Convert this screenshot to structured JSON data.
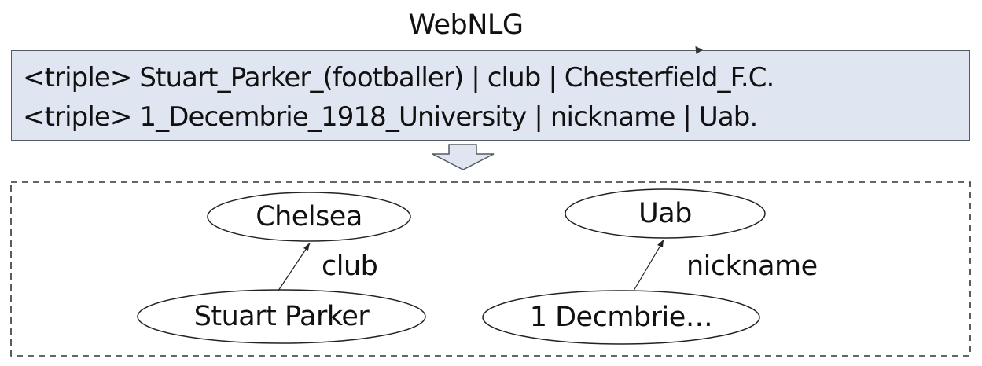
{
  "title": "WebNLG",
  "triples": [
    "<triple> Stuart_Parker_(footballer) | club | Chesterfield_F.C.",
    "<triple> 1_Decembrie_1918_University | nickname | Uab."
  ],
  "graphs": [
    {
      "subject": "Stuart Parker",
      "relation": "club",
      "object": "Chelsea"
    },
    {
      "subject": "1 Decmbrie…",
      "relation": "nickname",
      "object": "Uab"
    }
  ],
  "colors": {
    "triples_box_fill": "#dfe6f1",
    "triples_box_border": "#555b63",
    "arrow_fill": "#dfe6f1",
    "dashed_border": "#333333",
    "node_fill": "#ffffff",
    "text": "#111111"
  },
  "icons": {
    "down_arrow": "down-arrow-icon"
  }
}
